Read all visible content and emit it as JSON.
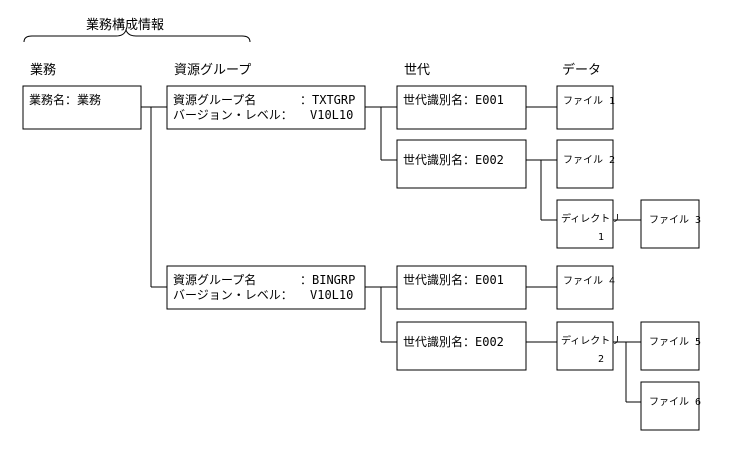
{
  "title": "業務構成情報",
  "columns": {
    "gyomu": "業務",
    "resource": "資源グループ",
    "generation": "世代",
    "data": "データ"
  },
  "gyomu_box": "業務名：業務",
  "groups": [
    {
      "line1_label": "資源グループ名",
      "line1_value": "：TXTGRP",
      "line2_label": "バージョン・レベル：",
      "line2_value": "V10L10",
      "generations": [
        {
          "label": "世代識別名：E001",
          "files": [
            "ファイル 1"
          ]
        },
        {
          "label": "世代識別名：E002",
          "files": [
            "ファイル 2"
          ],
          "dir": {
            "label": "ディレクトリ",
            "num": "1",
            "files": [
              "ファイル 3"
            ]
          }
        }
      ]
    },
    {
      "line1_label": "資源グループ名",
      "line1_value": "：BINGRP",
      "line2_label": "バージョン・レベル：",
      "line2_value": "V10L10",
      "generations": [
        {
          "label": "世代識別名：E001",
          "files": [
            "ファイル 4"
          ]
        },
        {
          "label": "世代識別名：E002",
          "files": [],
          "dir": {
            "label": "ディレクトリ",
            "num": "2",
            "files": [
              "ファイル 5",
              "ファイル 6"
            ]
          }
        }
      ]
    }
  ]
}
